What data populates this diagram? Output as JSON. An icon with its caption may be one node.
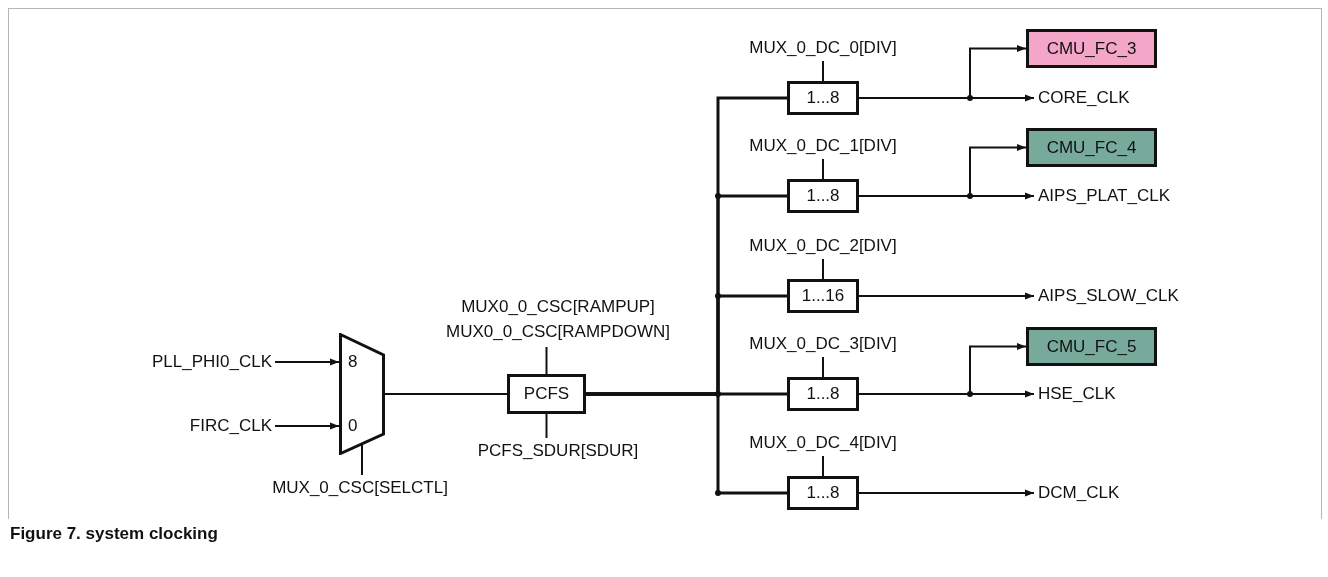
{
  "diagram": {
    "caption": "Figure 7. system clocking",
    "nodes": [
      {
        "text": [
          "PLL_PHI0_CLK"
        ]
      },
      {
        "text": [
          "FIRC_CLK"
        ]
      },
      {
        "text": [
          "8",
          "0"
        ]
      },
      {
        "text": [
          "MUX_0_CSC[SELCTL]"
        ]
      },
      {
        "text": [
          "PCFS"
        ]
      },
      {
        "text": [
          "MUX0_0_CSC[RAMPUP]",
          "MUX0_0_CSC[RAMPDOWN]"
        ]
      },
      {
        "text": [
          "PCFS_SDUR[SDUR]"
        ]
      },
      {
        "text": [
          "1...8"
        ]
      },
      {
        "text": [
          "1...8"
        ]
      },
      {
        "text": [
          "1...16"
        ]
      },
      {
        "text": [
          "1...8"
        ]
      },
      {
        "text": [
          "1...8"
        ]
      },
      {
        "text": [
          "MUX_0_DC_0[DIV]"
        ]
      },
      {
        "text": [
          "MUX_0_DC_1[DIV]"
        ]
      },
      {
        "text": [
          "MUX_0_DC_2[DIV]"
        ]
      },
      {
        "text": [
          "MUX_0_DC_3[DIV]"
        ]
      },
      {
        "text": [
          "MUX_0_DC_4[DIV]"
        ]
      },
      {
        "text": [
          "CMU_FC_3"
        ]
      },
      {
        "text": [
          "CORE_CLK"
        ]
      },
      {
        "text": [
          "CMU_FC_4"
        ]
      },
      {
        "text": [
          "AIPS_PLAT_CLK"
        ]
      },
      {
        "text": [
          "AIPS_SLOW_CLK"
        ]
      },
      {
        "text": [
          "CMU_FC_5"
        ]
      },
      {
        "text": [
          "HSE_CLK"
        ]
      },
      {
        "text": [
          "DCM_CLK"
        ]
      }
    ],
    "edges": [
      {
        "from": 0,
        "to": 2,
        "arrow": "to"
      },
      {
        "from": 1,
        "to": 2,
        "arrow": "to"
      },
      {
        "from": 3,
        "to": 2,
        "arrow": "none"
      },
      {
        "from": 2,
        "to": 4,
        "arrow": "none"
      },
      {
        "from": 5,
        "to": 4,
        "arrow": "none"
      },
      {
        "from": 6,
        "to": 4,
        "arrow": "none"
      },
      {
        "from": 4,
        "to": 7,
        "arrow": "none"
      },
      {
        "from": 4,
        "to": 8,
        "arrow": "none"
      },
      {
        "from": 4,
        "to": 9,
        "arrow": "none"
      },
      {
        "from": 4,
        "to": 10,
        "arrow": "none"
      },
      {
        "from": 4,
        "to": 11,
        "arrow": "none"
      },
      {
        "from": 12,
        "to": 7,
        "arrow": "none"
      },
      {
        "from": 13,
        "to": 8,
        "arrow": "none"
      },
      {
        "from": 14,
        "to": 9,
        "arrow": "none"
      },
      {
        "from": 15,
        "to": 10,
        "arrow": "none"
      },
      {
        "from": 16,
        "to": 11,
        "arrow": "none"
      },
      {
        "from": 7,
        "to": 17,
        "arrow": "to"
      },
      {
        "from": 7,
        "to": 18,
        "arrow": "to"
      },
      {
        "from": 8,
        "to": 19,
        "arrow": "to"
      },
      {
        "from": 8,
        "to": 20,
        "arrow": "to"
      },
      {
        "from": 9,
        "to": 21,
        "arrow": "to"
      },
      {
        "from": 10,
        "to": 22,
        "arrow": "to"
      },
      {
        "from": 10,
        "to": 23,
        "arrow": "to"
      },
      {
        "from": 11,
        "to": 24,
        "arrow": "to"
      }
    ]
  }
}
